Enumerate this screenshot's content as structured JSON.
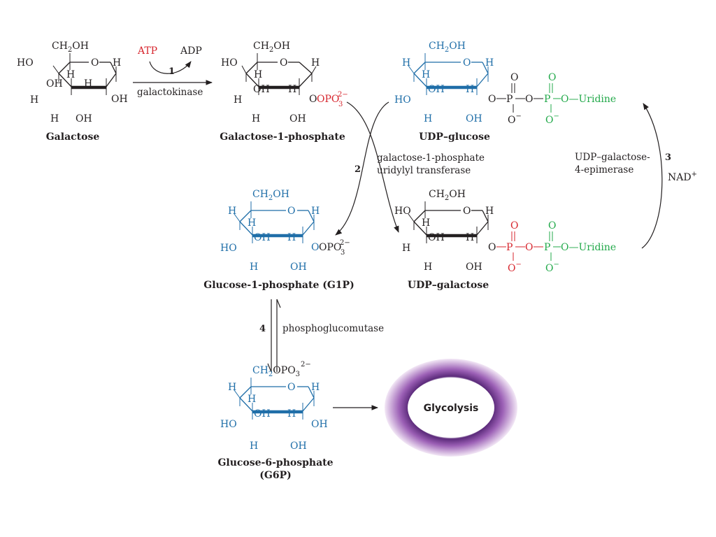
{
  "colors": {
    "black": "#231f20",
    "blue": "#1f6ea8",
    "red": "#d7262e",
    "green": "#22a94a",
    "ring": "#7a3e96"
  },
  "molecules": {
    "galactose": {
      "name": "Galactose",
      "ch2": "CH",
      "oh": "OH",
      "o": "O",
      "sub2": "2",
      "ho": "HO",
      "h": "H"
    },
    "gal1p": {
      "name": "Galactose-1-phosphate",
      "ch2": "CH",
      "oh": "OH",
      "o": "O",
      "sub2": "2",
      "ho": "HO",
      "h": "H",
      "opo": "OPO",
      "sub3": "3",
      "charge": "2−"
    },
    "udpglc": {
      "name": "UDP–glucose",
      "ch2": "CH",
      "oh": "OH",
      "o": "O",
      "sub2": "2",
      "ho": "HO",
      "h": "H",
      "p": "P",
      "ominus": "O",
      "minus": "−",
      "uridine": "O—Uridine",
      "dash": "O—"
    },
    "udpgal": {
      "name": "UDP–galactose",
      "ch2": "CH",
      "oh": "OH",
      "o": "O",
      "sub2": "2",
      "ho": "HO",
      "h": "H",
      "p": "P",
      "ominus": "O",
      "minus": "−",
      "uridine": "O—Uridine",
      "dash": "O—"
    },
    "g1p": {
      "name": "Glucose-1-phosphate (G1P)",
      "ch2": "CH",
      "oh": "OH",
      "o": "O",
      "sub2": "2",
      "ho": "HO",
      "h": "H",
      "opo": "OPO",
      "sub3": "3",
      "charge": "2−"
    },
    "g6p": {
      "name1": "Glucose-6-phosphate",
      "name2": "(G6P)",
      "ch2": "CH",
      "opo": "OPO",
      "sub2": "2",
      "sub3": "3",
      "charge": "2−",
      "oh": "OH",
      "o": "O",
      "ho": "HO",
      "h": "H"
    }
  },
  "reactions": {
    "r1": {
      "step": "1",
      "enzyme": "galactokinase",
      "in": "ATP",
      "out": "ADP"
    },
    "r2": {
      "step": "2",
      "enzyme1": "galactose-1-phosphate",
      "enzyme2": "uridylyl transferase"
    },
    "r3": {
      "step": "3",
      "enzyme1": "UDP–galactose-",
      "enzyme2": "4-epimerase",
      "cofactor": "NAD",
      "cofactor_sup": "+"
    },
    "r4": {
      "step": "4",
      "enzyme": "phosphoglucomutase"
    }
  },
  "glycolysis": {
    "label": "Glycolysis"
  }
}
